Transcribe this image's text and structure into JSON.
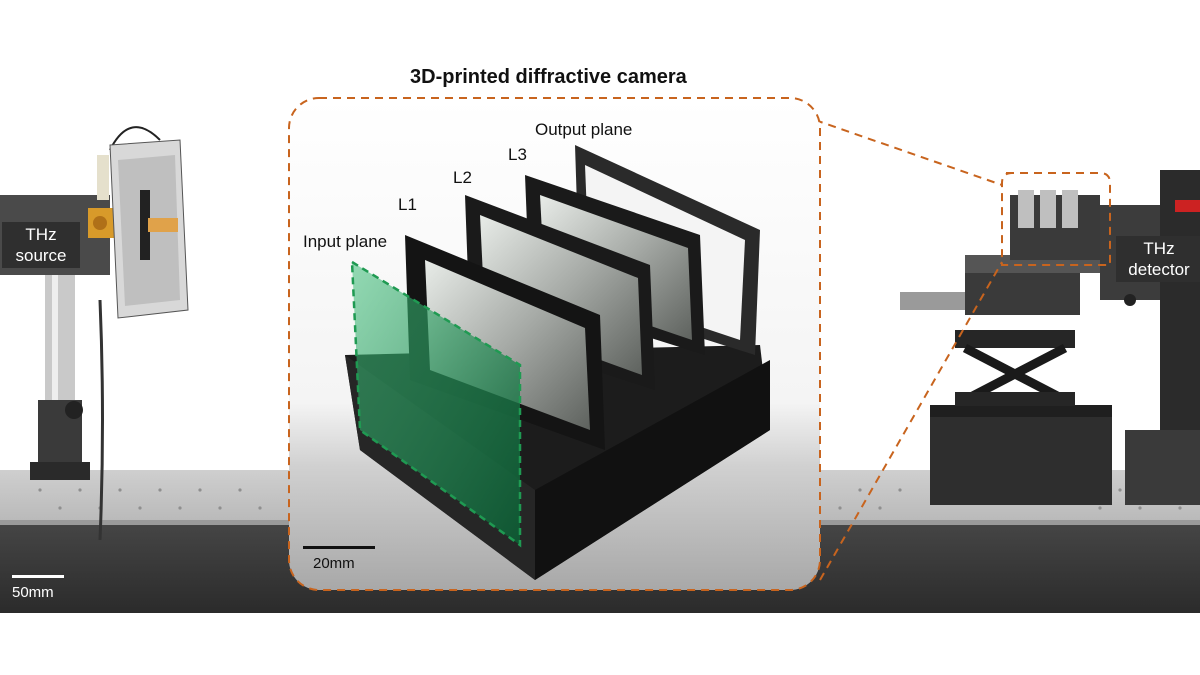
{
  "title": "3D-printed diffractive camera",
  "labels": {
    "input_plane": "Input plane",
    "l1": "L1",
    "l2": "L2",
    "l3": "L3",
    "output_plane": "Output  plane",
    "source_line1": "THz",
    "source_line2": "source",
    "detector_line1": "THz",
    "detector_line2": "detector"
  },
  "scale_bars": {
    "inset": "20mm",
    "table": "50mm"
  },
  "colors": {
    "callout_dashed": "#c8641e",
    "input_plane_green": "#1f9a52",
    "table_dark": "#3a3a3a"
  }
}
